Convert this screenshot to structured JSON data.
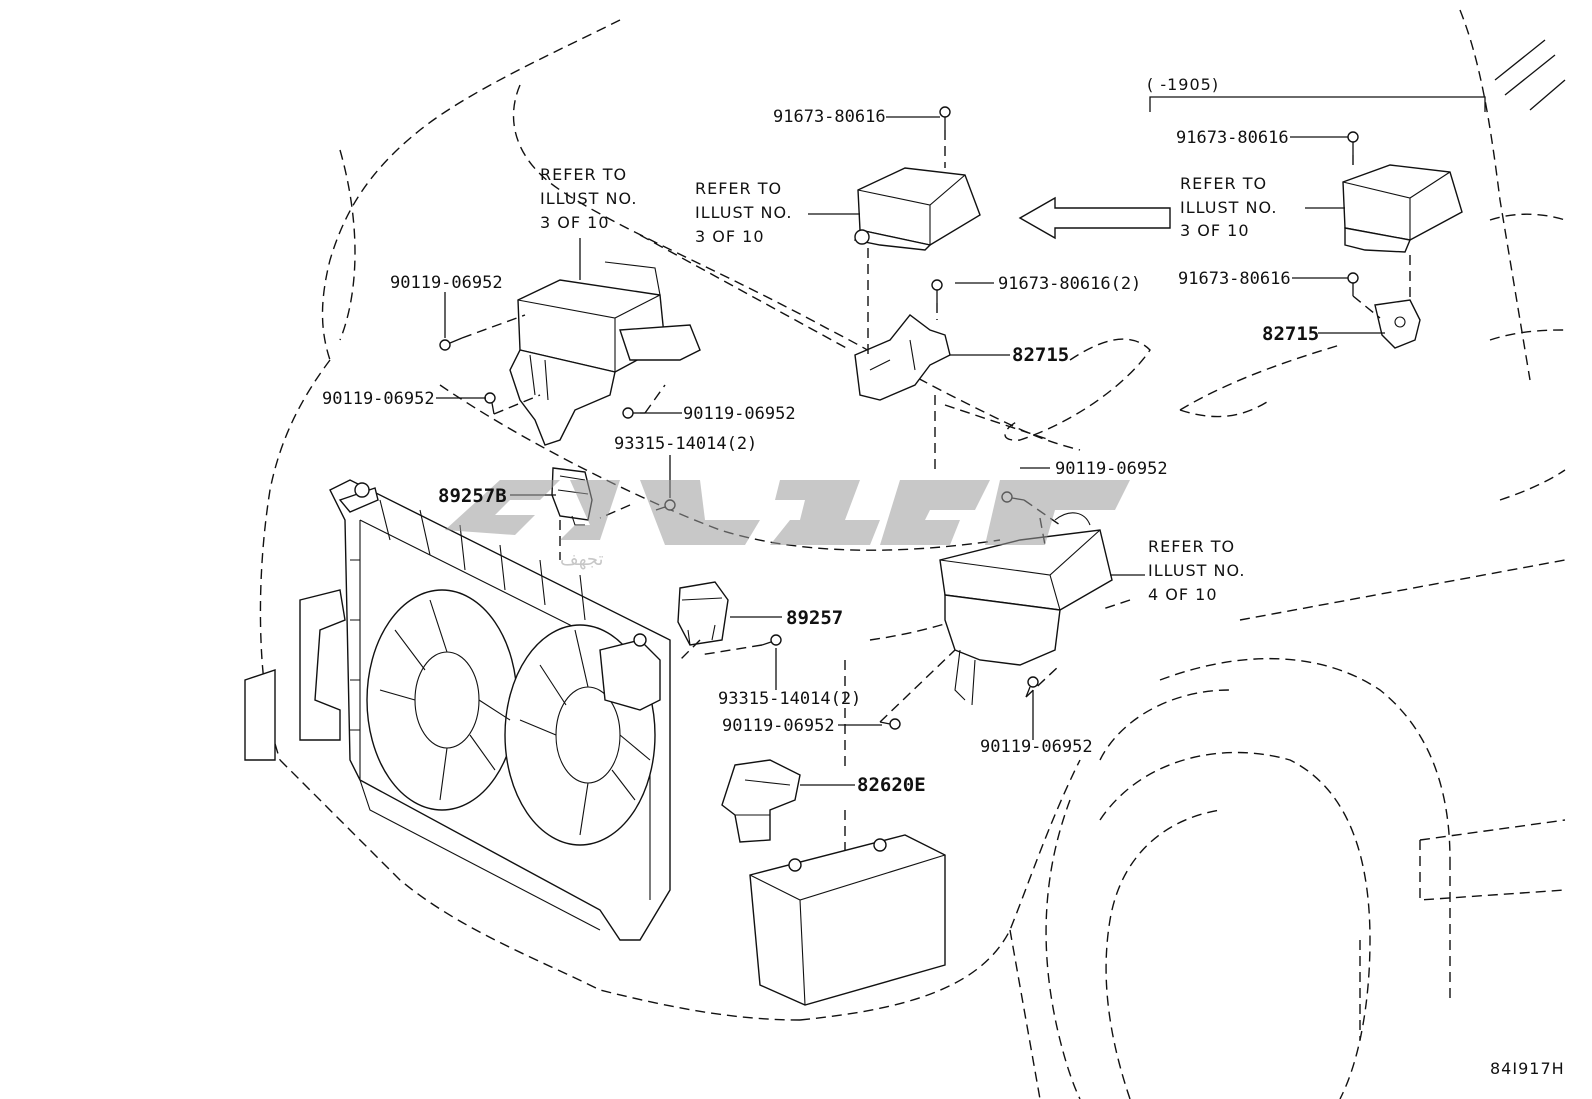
{
  "diagram_id": "84I917H",
  "range_note": "(      -1905)",
  "refer_notes": [
    {
      "lines": [
        "REFER TO",
        "ILLUST NO.",
        "3 OF 10"
      ]
    },
    {
      "lines": [
        "REFER TO",
        "ILLUST NO.",
        "3 OF 10"
      ]
    },
    {
      "lines": [
        "REFER TO",
        "ILLUST NO.",
        "3 OF 10"
      ]
    },
    {
      "lines": [
        "REFER TO",
        "ILLUST NO.",
        "4 OF 10"
      ]
    }
  ],
  "parts": [
    "91673-80616",
    "91673-80616(2)",
    "82715",
    "91673-80616",
    "91673-80616",
    "82715",
    "90119-06952",
    "90119-06952",
    "90119-06952",
    "93315-14014(2)",
    "89257B",
    "90119-06952",
    "89257",
    "93315-14014(2)",
    "90119-06952",
    "82620E",
    "90119-06952"
  ],
  "watermark_text": "ﺗﺠﻬﻒ"
}
